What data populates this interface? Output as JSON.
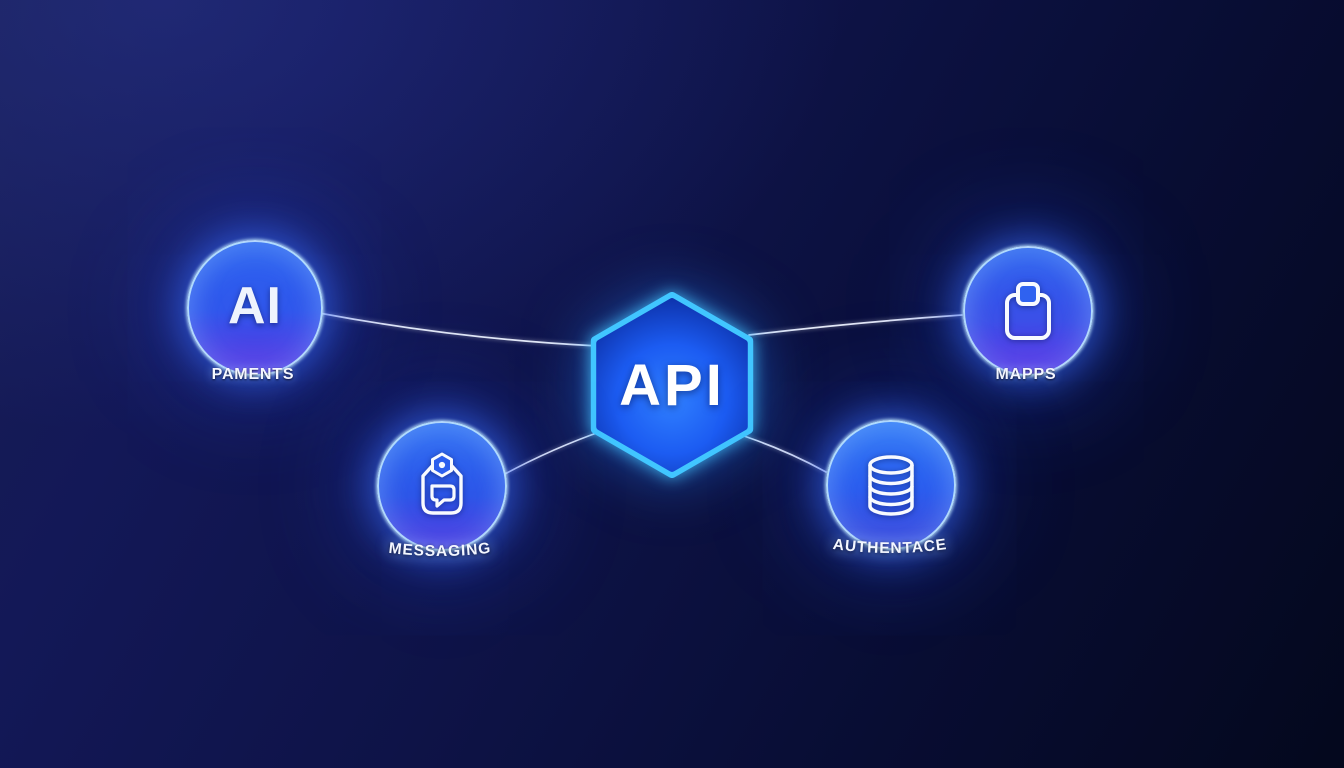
{
  "hub": {
    "label": "API",
    "shape": "hexagon"
  },
  "nodes": [
    {
      "id": "payments",
      "label": "PAMENTS",
      "badge_text": "AI",
      "icon": "none"
    },
    {
      "id": "maps",
      "label": "MAPPS",
      "icon": "clipboard-icon"
    },
    {
      "id": "messaging",
      "label": "MESSAGING",
      "icon": "shield-chat-icon"
    },
    {
      "id": "authentace",
      "label": "AUTHENTACE",
      "icon": "database-icon"
    }
  ],
  "colors": {
    "background_top_left": "#181e55",
    "background_bottom_right": "#04081d",
    "node_blue": "#2e66f0",
    "node_purple": "#5a2fe0",
    "hub_fill": "#1c5cf2",
    "rim_cyan": "#41c6ff",
    "connector_line": "#eef3ff",
    "text": "#ffffff"
  }
}
